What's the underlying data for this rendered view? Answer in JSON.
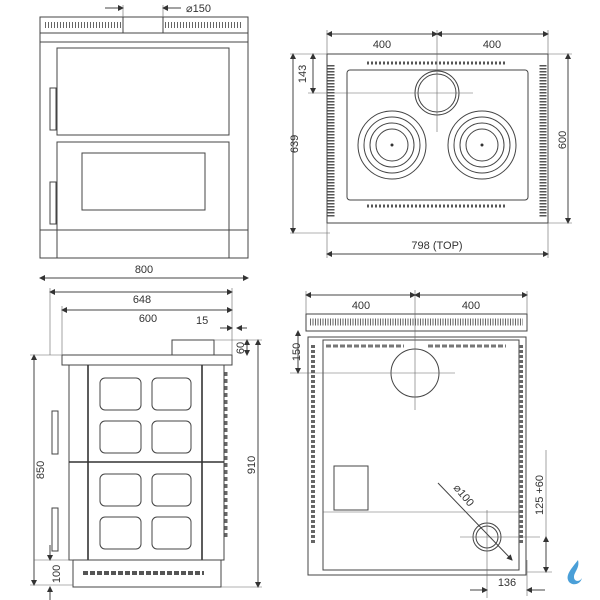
{
  "front_view": {
    "flue_diameter": "⌀150",
    "width": "800"
  },
  "top_view": {
    "left_half": "400",
    "right_half": "400",
    "flue_offset": "143",
    "depth_total": "639",
    "depth": "600",
    "top_width": "798 (TOP)"
  },
  "side_view": {
    "depth_total": "648",
    "depth": "600",
    "offset": "15",
    "flue_height": "60",
    "total_height": "910",
    "body_height": "850",
    "plinth_height": "100"
  },
  "back_view": {
    "left_half": "400",
    "right_half": "400",
    "flue_offset": "150",
    "inlet_diameter": "⌀100",
    "inlet_height": "125 +60",
    "inlet_offset": "136"
  },
  "logo": {
    "color": "#4a9fd8"
  }
}
